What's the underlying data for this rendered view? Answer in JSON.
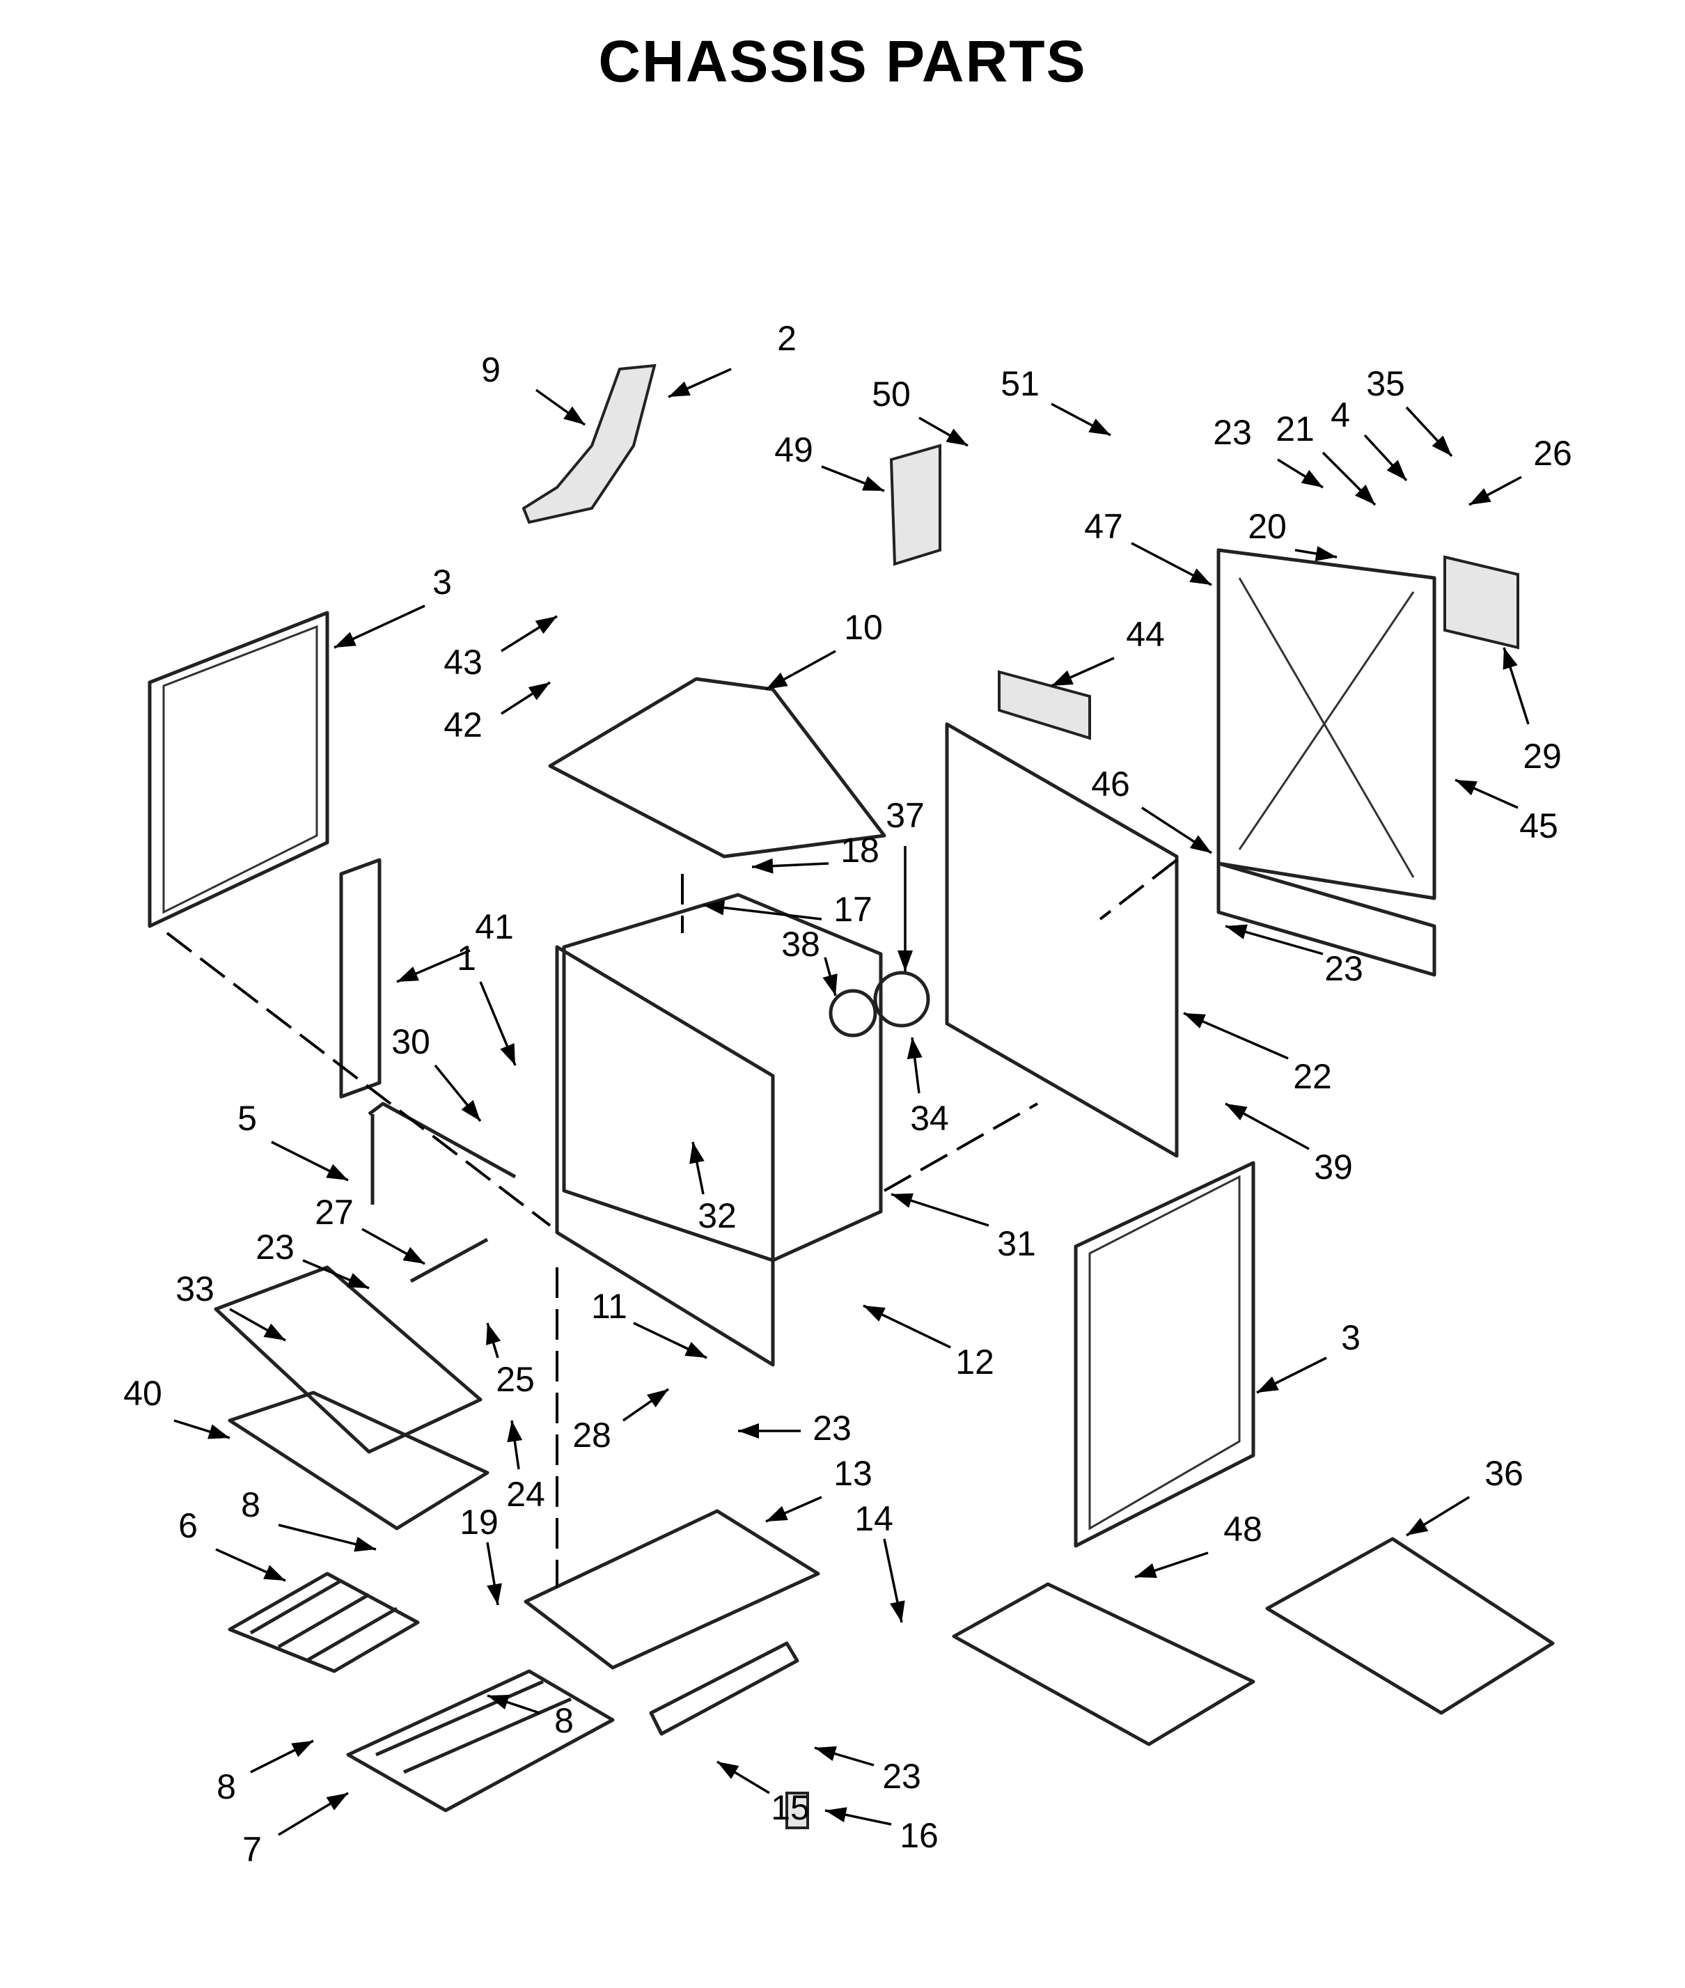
{
  "title": "CHASSIS PARTS",
  "labels": [
    "2",
    "9",
    "50",
    "49",
    "51",
    "35",
    "23",
    "21",
    "4",
    "26",
    "47",
    "20",
    "3",
    "43",
    "42",
    "10",
    "44",
    "29",
    "45",
    "46",
    "37",
    "18",
    "17",
    "38",
    "41",
    "1",
    "30",
    "5",
    "23",
    "22",
    "39",
    "34",
    "27",
    "23",
    "32",
    "31",
    "33",
    "11",
    "12",
    "25",
    "40",
    "28",
    "23",
    "24",
    "3",
    "8",
    "6",
    "19",
    "13",
    "14",
    "36",
    "48",
    "8",
    "8",
    "7",
    "23",
    "15",
    "16"
  ]
}
